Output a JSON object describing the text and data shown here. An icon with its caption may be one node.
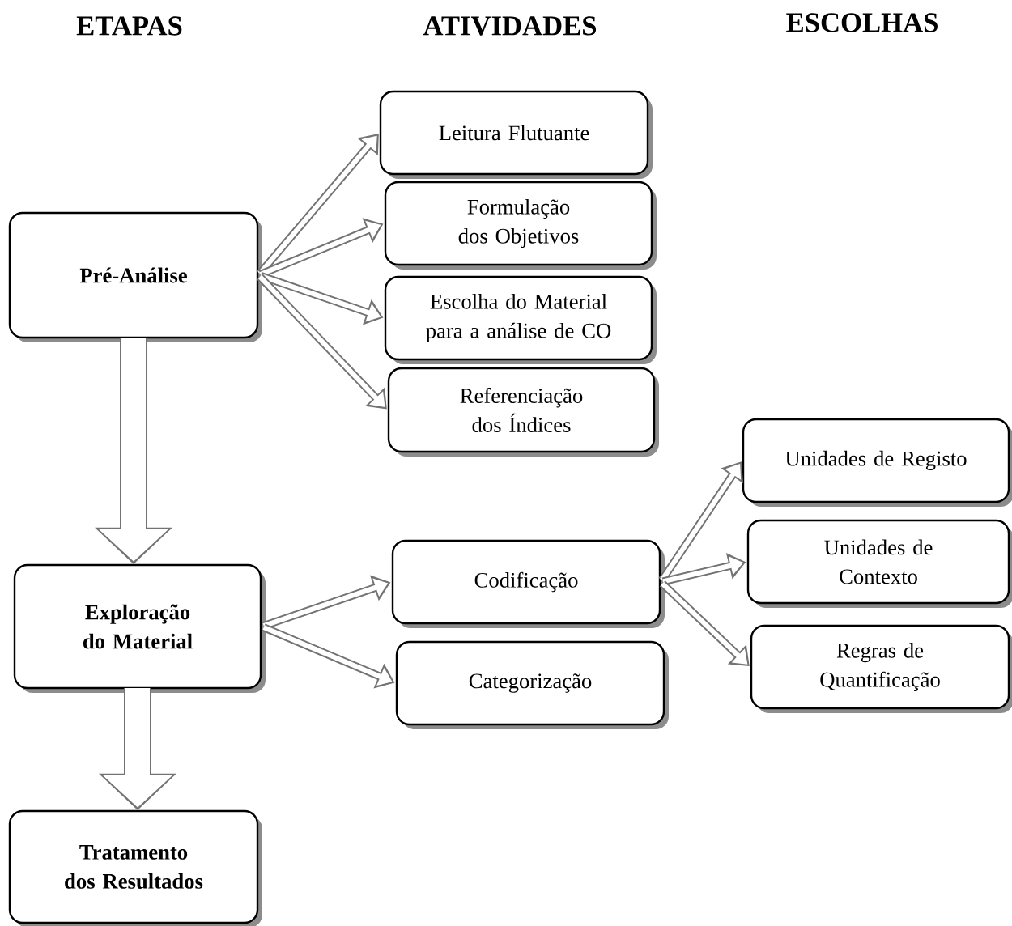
{
  "diagram": {
    "nodes": [
      {
        "text": [
          "Pré-Análise"
        ]
      },
      {
        "text": [
          "Exploração do Material"
        ]
      },
      {
        "text": [
          "Tratamento dos Resultados"
        ]
      },
      {
        "text": [
          "Leitura Flutuante"
        ]
      },
      {
        "text": [
          "Formulação dos Objetivos"
        ]
      },
      {
        "text": [
          "Escolha do Material para a análise de CO"
        ]
      },
      {
        "text": [
          "Referenciação dos Índices"
        ]
      },
      {
        "text": [
          "Codificação"
        ]
      },
      {
        "text": [
          "Categorização"
        ]
      },
      {
        "text": [
          "Unidades de Registo"
        ]
      },
      {
        "text": [
          "Unidades de Contexto"
        ]
      },
      {
        "text": [
          "Regras de Quantificação"
        ]
      }
    ],
    "edges": [
      {
        "from": 0,
        "to": 3,
        "arrow": "to"
      },
      {
        "from": 0,
        "to": 4,
        "arrow": "to"
      },
      {
        "from": 0,
        "to": 5,
        "arrow": "to"
      },
      {
        "from": 0,
        "to": 6,
        "arrow": "to"
      },
      {
        "from": 0,
        "to": 1,
        "arrow": "to",
        "style": "thick"
      },
      {
        "from": 1,
        "to": 7,
        "arrow": "to"
      },
      {
        "from": 1,
        "to": 8,
        "arrow": "to"
      },
      {
        "from": 1,
        "to": 2,
        "arrow": "to",
        "style": "thick"
      },
      {
        "from": 7,
        "to": 9,
        "arrow": "to"
      },
      {
        "from": 7,
        "to": 10,
        "arrow": "to"
      },
      {
        "from": 7,
        "to": 11,
        "arrow": "to"
      }
    ],
    "labels": [
      "ETAPAS",
      "ATIVIDADES",
      "ESCOLHAS"
    ]
  }
}
